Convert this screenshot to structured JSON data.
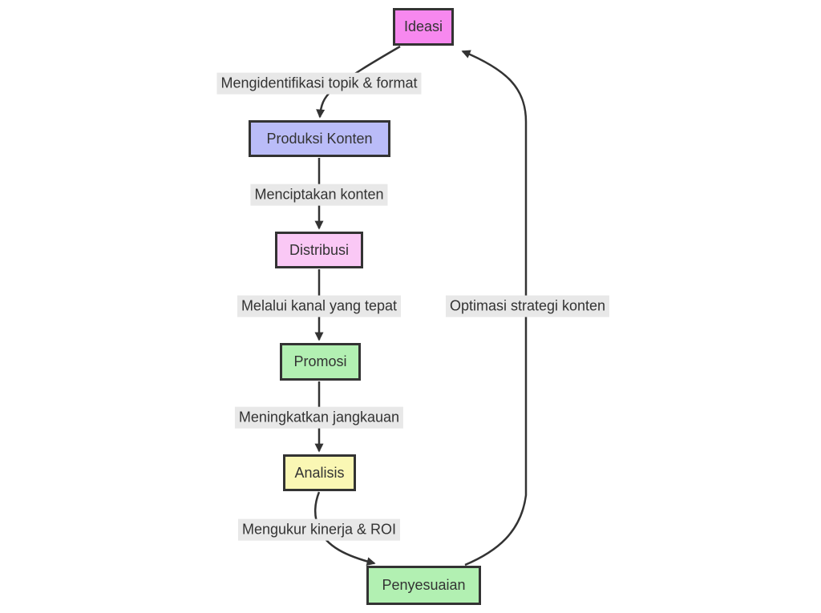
{
  "diagram": {
    "type": "flowchart",
    "direction": "top-down-with-feedback-loop",
    "colors": {
      "background": "#ffffff",
      "node_border": "#333333",
      "node_text": "#333333",
      "edge_stroke": "#333333",
      "edge_label_bg": "#e8e8e8",
      "edge_label_text": "#333333"
    },
    "nodes": [
      {
        "id": "ideasi",
        "label": "Ideasi",
        "fill": "#f788ef"
      },
      {
        "id": "produksi",
        "label": "Produksi Konten",
        "fill": "#babcf8"
      },
      {
        "id": "distribusi",
        "label": "Distribusi",
        "fill": "#fac8f5"
      },
      {
        "id": "promosi",
        "label": "Promosi",
        "fill": "#b2f0b2"
      },
      {
        "id": "analisis",
        "label": "Analisis",
        "fill": "#faf7b4"
      },
      {
        "id": "penyesuaian",
        "label": "Penyesuaian",
        "fill": "#b2f0b2"
      }
    ],
    "edges": [
      {
        "from": "Ideasi",
        "to": "Produksi Konten",
        "label": "Mengidentifikasi topik & format"
      },
      {
        "from": "Produksi Konten",
        "to": "Distribusi",
        "label": "Menciptakan konten"
      },
      {
        "from": "Distribusi",
        "to": "Promosi",
        "label": "Melalui kanal yang tepat"
      },
      {
        "from": "Promosi",
        "to": "Analisis",
        "label": "Meningkatkan jangkauan"
      },
      {
        "from": "Analisis",
        "to": "Penyesuaian",
        "label": "Mengukur kinerja & ROI"
      },
      {
        "from": "Penyesuaian",
        "to": "Ideasi",
        "label": "Optimasi strategi konten"
      }
    ]
  }
}
